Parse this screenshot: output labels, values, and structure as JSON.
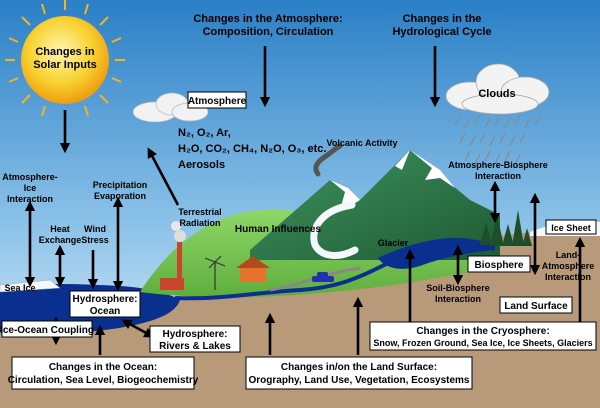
{
  "labels": {
    "solar": [
      "Changes in",
      "Solar Inputs"
    ],
    "atm_changes": [
      "Changes in the Atmosphere:",
      "Composition, Circulation"
    ],
    "hydro_changes": [
      "Changes in the",
      "Hydrological Cycle"
    ],
    "atmosphere": "Atmosphere",
    "clouds": "Clouds",
    "gases1": "N₂, O₂, Ar,",
    "gases2": "H₂O, CO₂, CH₄, N₂O, O₃, etc.",
    "aerosols": "Aerosols",
    "volcanic": "Volcanic Activity",
    "atm_ice": [
      "Atmosphere-",
      "Ice",
      "Interaction"
    ],
    "heat_exchange": [
      "Heat",
      "Exchange"
    ],
    "wind_stress": [
      "Wind",
      "Stress"
    ],
    "precip": [
      "Precipitation",
      "Evaporation"
    ],
    "terrestrial": [
      "Terrestrial",
      "Radiation"
    ],
    "human": "Human Influences",
    "atm_bio": [
      "Atmosphere-Biosphere",
      "Interaction"
    ],
    "glacier": "Glacier",
    "ice_sheet": "Ice Sheet",
    "sea_ice": "Sea Ice",
    "hydrosphere_ocean": [
      "Hydrosphere:",
      "Ocean"
    ],
    "ice_ocean": "Ice-Ocean Coupling",
    "rivers": [
      "Hydrosphere:",
      "Rivers & Lakes"
    ],
    "biosphere": "Biosphere",
    "land_atm": [
      "Land-",
      "Atmosphere",
      "Interaction"
    ],
    "soil_bio": [
      "Soil-Biosphere",
      "Interaction"
    ],
    "land_surface": "Land Surface",
    "cryo": [
      "Changes in the Cryosphere:",
      "Snow, Frozen Ground, Sea Ice, Ice Sheets, Glaciers"
    ],
    "ocean_changes": [
      "Changes in the Ocean:",
      "Circulation, Sea Level, Biogeochemistry"
    ],
    "land_changes": [
      "Changes in/on the Land Surface:",
      "Orography, Land Use, Vegetation, Ecosystems"
    ]
  },
  "colors": {
    "sky_top": "#2a7fc6",
    "sky_bottom": "#d8ecf7",
    "ocean": "#0a2f8f",
    "ground": "#b89a7a",
    "grass": "#7cc857",
    "mountain": "#2f7a4a",
    "sun": "#f6c21b"
  }
}
